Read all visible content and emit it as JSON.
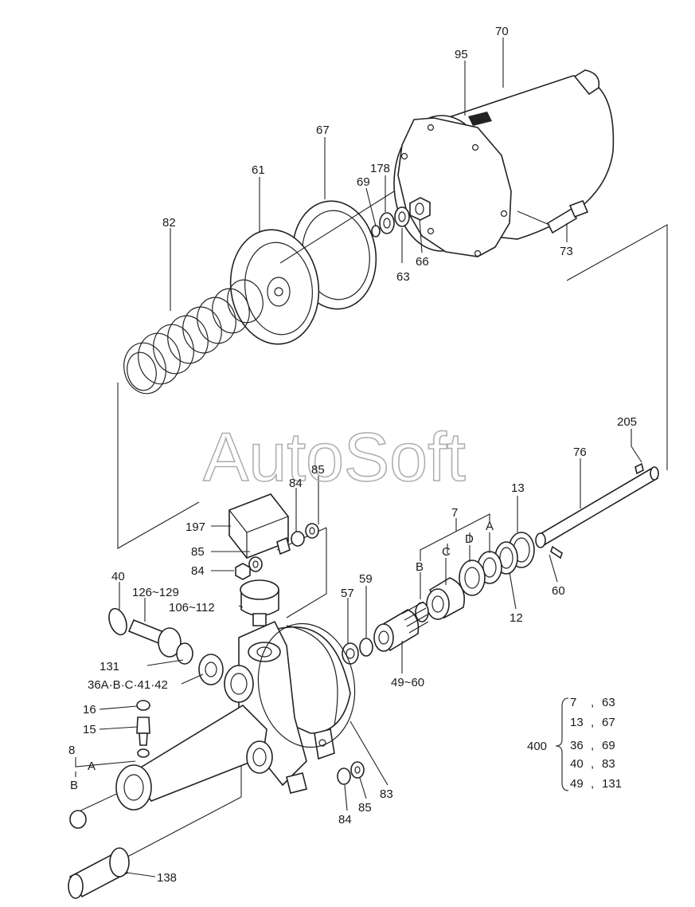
{
  "watermark": "AutoSoft",
  "labels": {
    "l70": "70",
    "l95": "95",
    "l67": "67",
    "l61": "61",
    "l178": "178",
    "l69": "69",
    "l82": "82",
    "l73": "73",
    "l63": "63",
    "l66": "66",
    "l205": "205",
    "l76": "76",
    "l85a": "85",
    "l84a": "84",
    "l197": "197",
    "l85b": "85",
    "l84b": "84",
    "l7": "7",
    "l13": "13",
    "lB": "B",
    "lC": "C",
    "lD": "D",
    "lA": "A",
    "l40": "40",
    "l126": "126~129",
    "l59": "59",
    "l57": "57",
    "l106": "106~112",
    "l60": "60",
    "l12": "12",
    "l131": "131",
    "l36": "36A·B·C·41·42",
    "l49": "49~60",
    "l16": "16",
    "l15": "15",
    "l8": "8",
    "l8A": "A",
    "l8B": "B",
    "l83": "83",
    "l84c": "84",
    "l85c": "85",
    "l138": "138"
  },
  "kit": {
    "number": "400",
    "rows": [
      {
        "a": "7",
        "b": "63"
      },
      {
        "a": "13",
        "b": "67"
      },
      {
        "a": "36",
        "b": "69"
      },
      {
        "a": "40",
        "b": "83"
      },
      {
        "a": "49",
        "b": "131"
      }
    ]
  }
}
